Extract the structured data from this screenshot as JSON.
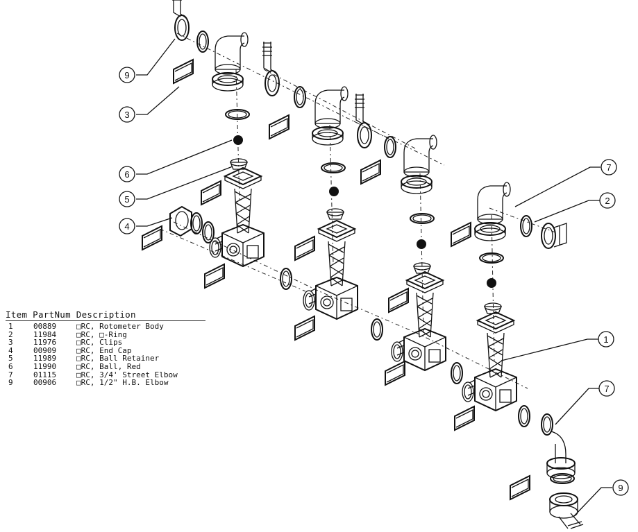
{
  "callouts": [
    {
      "id": "callout-9-top",
      "num": "9"
    },
    {
      "id": "callout-3",
      "num": "3"
    },
    {
      "id": "callout-6",
      "num": "6"
    },
    {
      "id": "callout-5",
      "num": "5"
    },
    {
      "id": "callout-4",
      "num": "4"
    },
    {
      "id": "callout-7-top",
      "num": "7"
    },
    {
      "id": "callout-2",
      "num": "2"
    },
    {
      "id": "callout-1",
      "num": "1"
    },
    {
      "id": "callout-7-bottom",
      "num": "7"
    },
    {
      "id": "callout-9-bottom",
      "num": "9"
    }
  ],
  "bom": {
    "headers": {
      "item": "Item",
      "partnum": "PartNum",
      "description": "Description"
    },
    "rows": [
      {
        "item": "1",
        "partnum": "00889",
        "description": "□RC, Rotometer Body"
      },
      {
        "item": "2",
        "partnum": "11984",
        "description": "□RC, □-Ring"
      },
      {
        "item": "3",
        "partnum": "11976",
        "description": "□RC, Clips"
      },
      {
        "item": "4",
        "partnum": "00909",
        "description": "□RC, End Cap"
      },
      {
        "item": "5",
        "partnum": "11989",
        "description": "□RC, Ball Retainer"
      },
      {
        "item": "6",
        "partnum": "11990",
        "description": "□RC, Ball, Red"
      },
      {
        "item": "7",
        "partnum": "01115",
        "description": "□RC, 3/4' Street Elbow"
      },
      {
        "item": "9",
        "partnum": "00906",
        "description": "□RC, 1/2\" H.B. Elbow"
      }
    ]
  }
}
